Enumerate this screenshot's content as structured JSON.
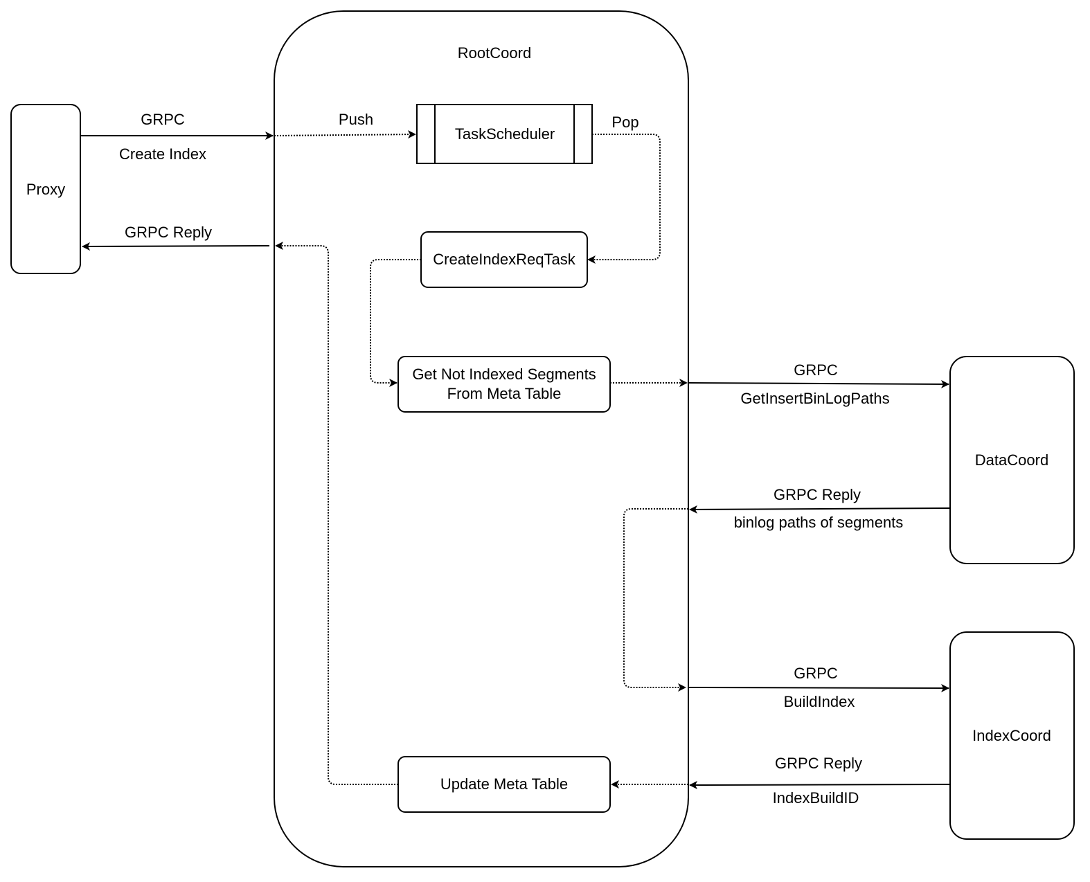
{
  "nodes": {
    "root_coord": "RootCoord",
    "proxy": "Proxy",
    "task_scheduler": "TaskScheduler",
    "create_index_req_task": "CreateIndexReqTask",
    "get_not_indexed_line1": "Get Not Indexed Segments",
    "get_not_indexed_line2": "From Meta Table",
    "update_meta_table": "Update Meta Table",
    "data_coord": "DataCoord",
    "index_coord": "IndexCoord"
  },
  "edges": {
    "proxy_to_root_top": "GRPC",
    "proxy_to_root_bottom": "Create Index",
    "root_to_proxy": "GRPC Reply",
    "push": "Push",
    "pop": "Pop",
    "to_datacoord_top": "GRPC",
    "to_datacoord_bottom": "GetInsertBinLogPaths",
    "from_datacoord_top": "GRPC Reply",
    "from_datacoord_bottom": "binlog paths of segments",
    "to_indexcoord_top": "GRPC",
    "to_indexcoord_bottom": "BuildIndex",
    "from_indexcoord_top": "GRPC Reply",
    "from_indexcoord_bottom": "IndexBuildID"
  }
}
